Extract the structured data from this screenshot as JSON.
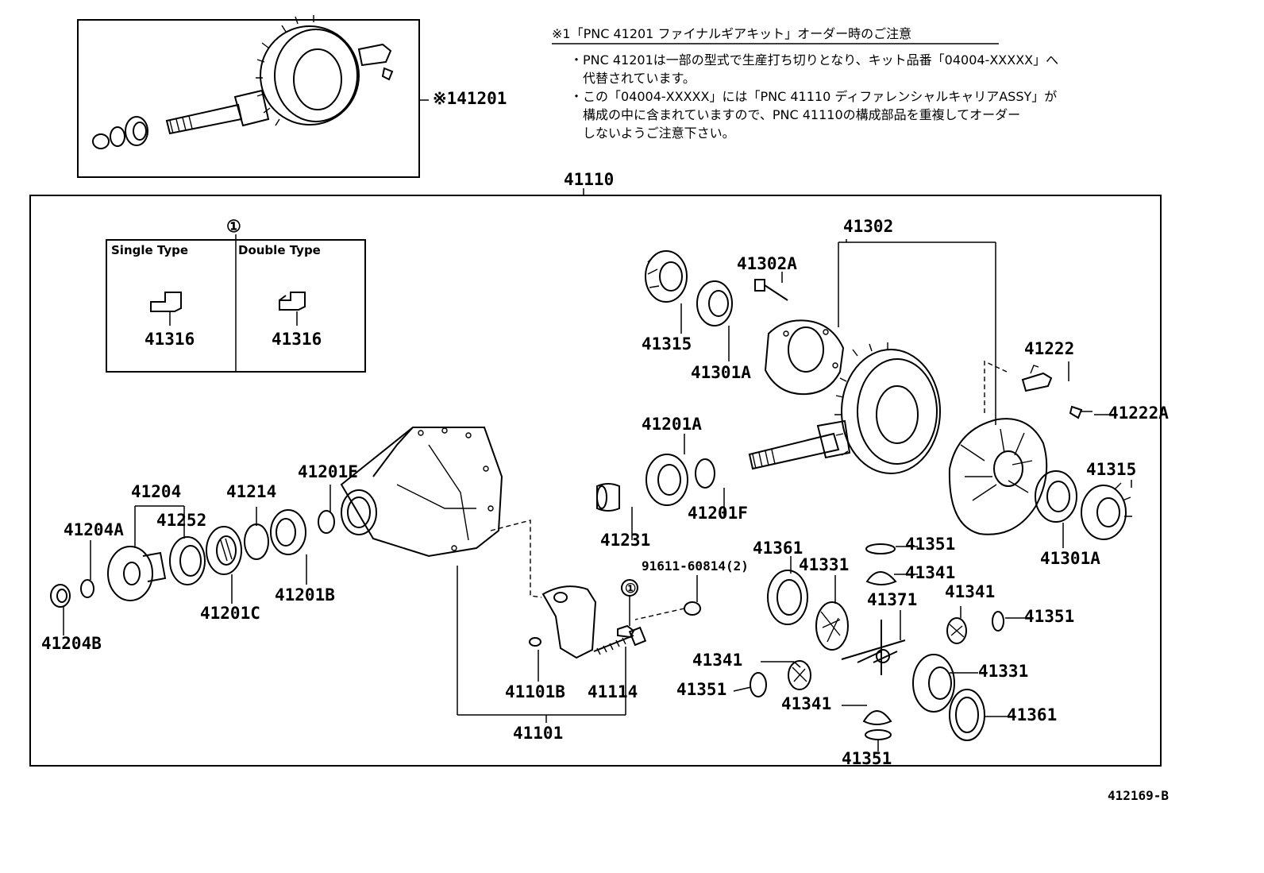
{
  "diagram_id": "412169-B",
  "note": {
    "title": "※1「PNC 41201 ファイナルギアキット」オーダー時のご注意",
    "lines": [
      "・PNC 41201は一部の型式で生産打ち切りとなり、キット品番「04004-XXXXX」へ",
      "代替されています。",
      "・この「04004-XXXXX」には「PNC 41110 ディファレンシャルキャリアASSY」が",
      "構成の中に含まれていますので、PNC 41110の構成部品を重複してオーダー",
      "しないようご注意下さい。"
    ]
  },
  "kit_label": "※141201",
  "assy_label": "41110",
  "inset": {
    "marker": "①",
    "single_title": "Single Type",
    "double_title": "Double Type",
    "single_part": "41316",
    "double_part": "41316"
  },
  "labels": {
    "p41302": "41302",
    "p41302A": "41302A",
    "p41315_top": "41315",
    "p41301A_top": "41301A",
    "p41222": "41222",
    "p41222A": "41222A",
    "p41201A": "41201A",
    "p41201F": "41201F",
    "p41231": "41231",
    "p41315_right": "41315",
    "p41301A_right": "41301A",
    "p41204": "41204",
    "p41252": "41252",
    "p41204A": "41204A",
    "p41204B": "41204B",
    "p41214": "41214",
    "p41201E": "41201E",
    "p41201C": "41201C",
    "p41201B": "41201B",
    "p91611": "91611-60814(2)",
    "marker_small": "①",
    "p41361_left": "41361",
    "p41331_top": "41331",
    "p41351_top": "41351",
    "p41341_top": "41341",
    "p41341_mid": "41341",
    "p41371": "41371",
    "p41351_right": "41351",
    "p41341_left": "41341",
    "p41351_left": "41351",
    "p41331_right": "41331",
    "p41341_bottom": "41341",
    "p41361_right": "41361",
    "p41351_bottom": "41351",
    "p41101B": "41101B",
    "p41114": "41114",
    "p41101": "41101"
  },
  "colors": {
    "ink": "#000000",
    "paper": "#ffffff"
  }
}
